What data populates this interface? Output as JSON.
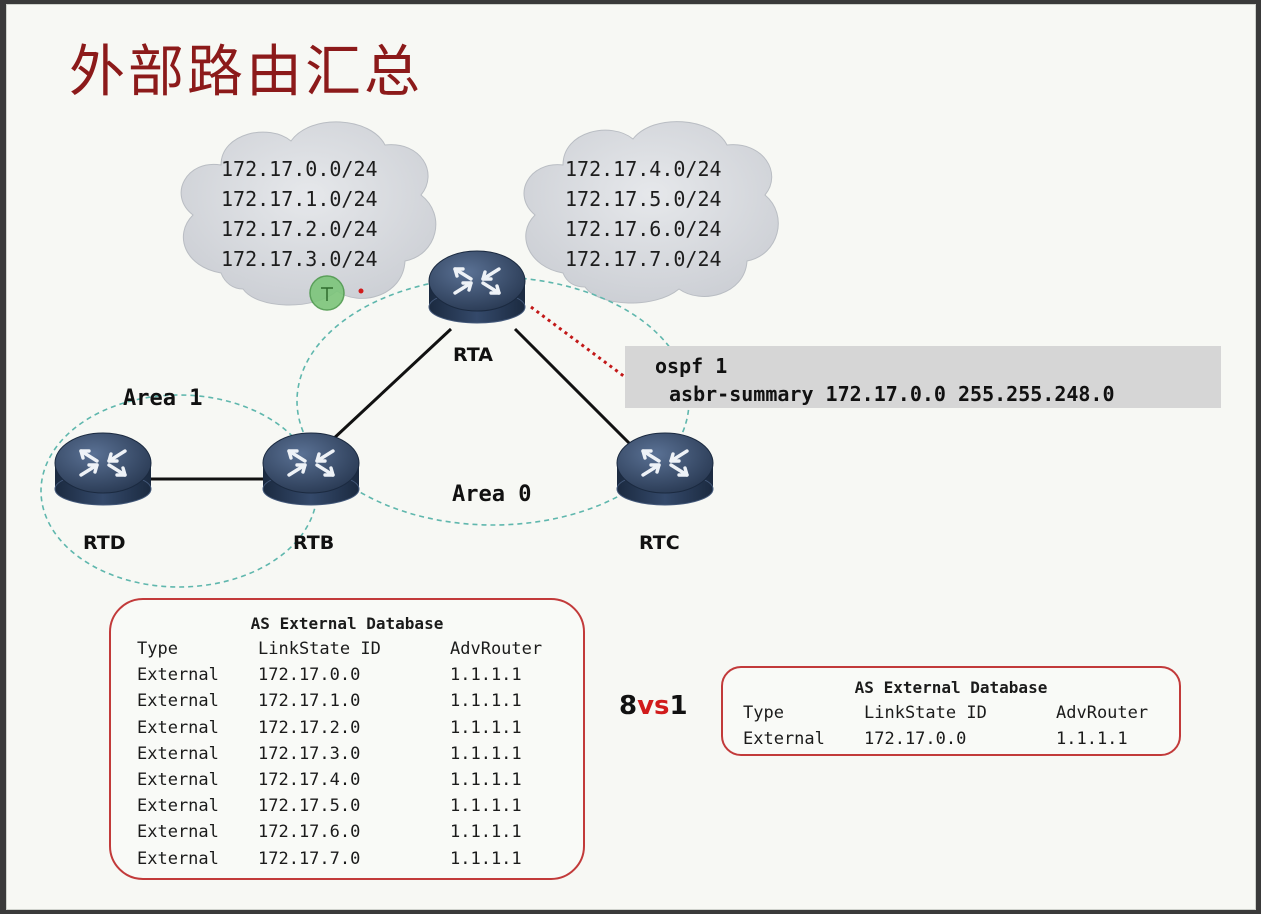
{
  "slide": {
    "title": "外部路由汇总"
  },
  "clouds": {
    "left": [
      "172.17.0.0/24",
      "172.17.1.0/24",
      "172.17.2.0/24",
      "172.17.3.0/24"
    ],
    "right": [
      "172.17.4.0/24",
      "172.17.5.0/24",
      "172.17.6.0/24",
      "172.17.7.0/24"
    ]
  },
  "routers": {
    "rta": "RTA",
    "rtb": "RTB",
    "rtc": "RTC",
    "rtd": "RTD"
  },
  "areas": {
    "area1": "Area 1",
    "area0": "Area 0"
  },
  "config": {
    "line1": "ospf 1",
    "line2": "asbr-summary 172.17.0.0 255.255.248.0"
  },
  "db_before": {
    "title": "AS External Database",
    "headers": [
      "Type",
      "LinkState ID",
      "AdvRouter"
    ],
    "rows": [
      [
        "External",
        "172.17.0.0",
        "1.1.1.1"
      ],
      [
        "External",
        "172.17.1.0",
        "1.1.1.1"
      ],
      [
        "External",
        "172.17.2.0",
        "1.1.1.1"
      ],
      [
        "External",
        "172.17.3.0",
        "1.1.1.1"
      ],
      [
        "External",
        "172.17.4.0",
        "1.1.1.1"
      ],
      [
        "External",
        "172.17.5.0",
        "1.1.1.1"
      ],
      [
        "External",
        "172.17.6.0",
        "1.1.1.1"
      ],
      [
        "External",
        "172.17.7.0",
        "1.1.1.1"
      ]
    ]
  },
  "comparison": {
    "left": "8",
    "mid": "vs",
    "right": "1"
  },
  "db_after": {
    "title": "AS External Database",
    "headers": [
      "Type",
      "LinkState ID",
      "AdvRouter"
    ],
    "rows": [
      [
        "External",
        "172.17.0.0",
        "1.1.1.1"
      ]
    ]
  },
  "colors": {
    "title": "#8c1a1a",
    "db_border": "#c23a3a",
    "vs_accent": "#d11b1b",
    "area_dash": "#5fb7ad",
    "config_bg": "#d6d6d6",
    "cloud_fill": "#d4d7dc",
    "router_body": "#26364f"
  }
}
